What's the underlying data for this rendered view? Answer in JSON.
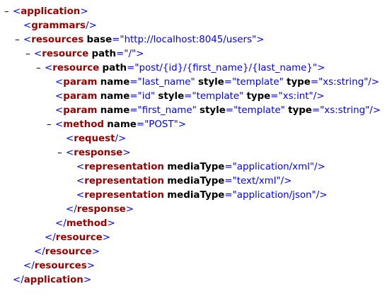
{
  "colors": {
    "bracket": "#0000ff",
    "tag": "#990000",
    "attribute": "#000000",
    "value": "#0000ff",
    "background": "#ffffff"
  },
  "toggle_symbol": "–",
  "lines": [
    {
      "toggle": true,
      "close": false,
      "tag": "application",
      "attrs": [],
      "selfclose": false
    },
    {
      "toggle": false,
      "close": false,
      "tag": "grammars",
      "attrs": [],
      "selfclose": true
    },
    {
      "toggle": true,
      "close": false,
      "tag": "resources",
      "attrs": [
        {
          "name": "base",
          "value": "http://localhost:8045/users"
        }
      ],
      "selfclose": false
    },
    {
      "toggle": true,
      "close": false,
      "tag": "resource",
      "attrs": [
        {
          "name": "path",
          "value": "/"
        }
      ],
      "selfclose": false
    },
    {
      "toggle": true,
      "close": false,
      "tag": "resource",
      "attrs": [
        {
          "name": "path",
          "value": "post/{id}/{first_name}/{last_name}"
        }
      ],
      "selfclose": false
    },
    {
      "toggle": false,
      "close": false,
      "tag": "param",
      "attrs": [
        {
          "name": "name",
          "value": "last_name"
        },
        {
          "name": "style",
          "value": "template"
        },
        {
          "name": "type",
          "value": "xs:string"
        }
      ],
      "selfclose": true
    },
    {
      "toggle": false,
      "close": false,
      "tag": "param",
      "attrs": [
        {
          "name": "name",
          "value": "id"
        },
        {
          "name": "style",
          "value": "template"
        },
        {
          "name": "type",
          "value": "xs:int"
        }
      ],
      "selfclose": true
    },
    {
      "toggle": false,
      "close": false,
      "tag": "param",
      "attrs": [
        {
          "name": "name",
          "value": "first_name"
        },
        {
          "name": "style",
          "value": "template"
        },
        {
          "name": "type",
          "value": "xs:string"
        }
      ],
      "selfclose": true
    },
    {
      "toggle": true,
      "close": false,
      "tag": "method",
      "attrs": [
        {
          "name": "name",
          "value": "POST"
        }
      ],
      "selfclose": false
    },
    {
      "toggle": false,
      "close": false,
      "tag": "request",
      "attrs": [],
      "selfclose": true
    },
    {
      "toggle": true,
      "close": false,
      "tag": "response",
      "attrs": [],
      "selfclose": false
    },
    {
      "toggle": false,
      "close": false,
      "tag": "representation",
      "attrs": [
        {
          "name": "mediaType",
          "value": "application/xml"
        }
      ],
      "selfclose": true
    },
    {
      "toggle": false,
      "close": false,
      "tag": "representation",
      "attrs": [
        {
          "name": "mediaType",
          "value": "text/xml"
        }
      ],
      "selfclose": true
    },
    {
      "toggle": false,
      "close": false,
      "tag": "representation",
      "attrs": [
        {
          "name": "mediaType",
          "value": "application/json"
        }
      ],
      "selfclose": true
    },
    {
      "toggle": false,
      "close": true,
      "tag": "response",
      "attrs": [],
      "selfclose": false
    },
    {
      "toggle": false,
      "close": true,
      "tag": "method",
      "attrs": [],
      "selfclose": false
    },
    {
      "toggle": false,
      "close": true,
      "tag": "resource",
      "attrs": [],
      "selfclose": false
    },
    {
      "toggle": false,
      "close": true,
      "tag": "resource",
      "attrs": [],
      "selfclose": false
    },
    {
      "toggle": false,
      "close": true,
      "tag": "resources",
      "attrs": [],
      "selfclose": false
    },
    {
      "toggle": false,
      "close": true,
      "tag": "application",
      "attrs": [],
      "selfclose": false
    }
  ]
}
